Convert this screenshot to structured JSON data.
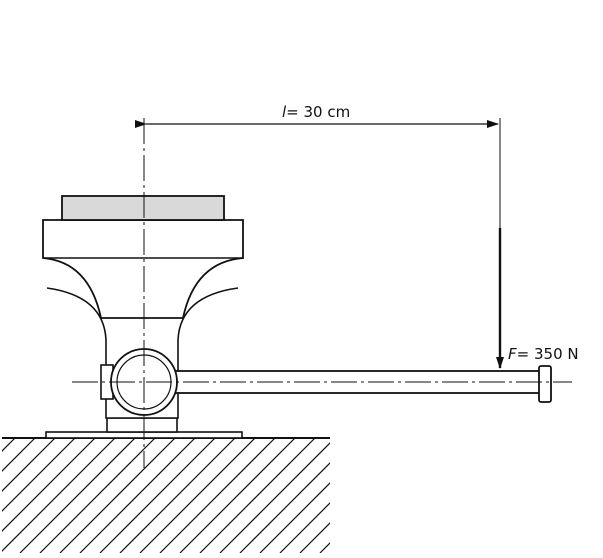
{
  "diagram": {
    "length_label": {
      "symbol": "l",
      "eq": "= 30 cm"
    },
    "force_label": {
      "symbol": "F",
      "eq": "= 350 N"
    },
    "colors": {
      "ink": "#111111",
      "paper": "#ffffff",
      "top_block": "#d9d9d9"
    }
  }
}
